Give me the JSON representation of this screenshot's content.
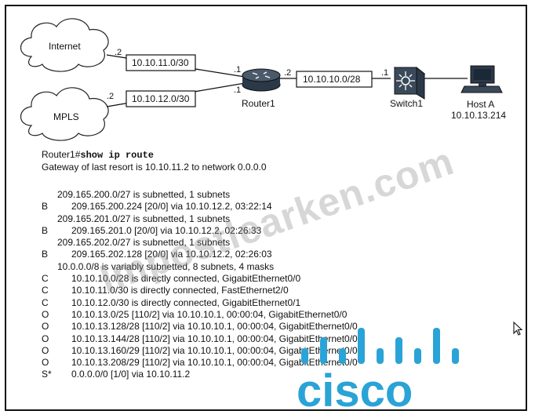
{
  "topology": {
    "clouds": [
      {
        "name": "Internet",
        "label": "Internet"
      },
      {
        "name": "MPLS",
        "label": "MPLS"
      }
    ],
    "links": [
      {
        "subnet": "10.10.11.0/30",
        "left_if": ".2",
        "right_if": ".1"
      },
      {
        "subnet": "10.10.12.0/30",
        "left_if": ".2",
        "right_if": ".1"
      },
      {
        "subnet": "10.10.10.0/28",
        "left_if": ".2",
        "right_if": ".1"
      }
    ],
    "router": {
      "label": "Router1"
    },
    "switch": {
      "label": "Switch1"
    },
    "host": {
      "label": "Host A",
      "ip": "10.10.13.214"
    }
  },
  "output": {
    "prompt": "Router1#",
    "command": "show ip route",
    "gateway_line": "Gateway of last resort is 10.10.11.2 to network 0.0.0.0",
    "routes": [
      {
        "code": "",
        "text": "209.165.200.0/27 is subnetted, 1 subnets",
        "indent": "sub"
      },
      {
        "code": "B",
        "text": "209.165.200.224 [20/0] via 10.10.12.2, 03:22:14",
        "indent": "route"
      },
      {
        "code": "",
        "text": "209.165.201.0/27 is subnetted, 1 subnets",
        "indent": "sub"
      },
      {
        "code": "B",
        "text": "209.165.201.0 [20/0] via 10.10.12.2, 02:26:33",
        "indent": "route"
      },
      {
        "code": "",
        "text": "209.165.202.0/27 is subnetted, 1 subnets",
        "indent": "sub"
      },
      {
        "code": "B",
        "text": "209.165.202.128 [20/0] via 10.10.12.2, 02:26:03",
        "indent": "route"
      },
      {
        "code": "",
        "text": "10.0.0.0/8 is variably subnetted, 8 subnets, 4 masks",
        "indent": "sub"
      },
      {
        "code": "C",
        "text": "10.10.10.0/28 is directly connected, GigabitEthernet0/0",
        "indent": "route"
      },
      {
        "code": "C",
        "text": "10.10.11.0/30 is directly connected, FastEthernet2/0",
        "indent": "route"
      },
      {
        "code": "C",
        "text": "10.10.12.0/30 is directly connected, GigabitEthernet0/1",
        "indent": "route"
      },
      {
        "code": "O",
        "text": "10.10.13.0/25 [110/2] via 10.10.10.1, 00:00:04, GigabitEthernet0/0",
        "indent": "route"
      },
      {
        "code": "O",
        "text": "10.10.13.128/28 [110/2] via 10.10.10.1, 00:00:04, GigabitEthernet0/0",
        "indent": "route"
      },
      {
        "code": "O",
        "text": "10.10.13.144/28 [110/2] via 10.10.10.1, 00:00:04, GigabitEthernet0/0",
        "indent": "route"
      },
      {
        "code": "O",
        "text": "10.10.13.160/29 [110/2] via 10.10.10.1, 00:00:04, GigabitEthernet0/0",
        "indent": "route"
      },
      {
        "code": "O",
        "text": "10.10.13.208/29 [110/2] via 10.10.10.1, 00:00:04, GigabitEthernet0/0",
        "indent": "route"
      },
      {
        "code": "S*",
        "text": "0.0.0.0/0 [1/0] via 10.10.11.2",
        "indent": "static"
      }
    ]
  },
  "watermark": {
    "text": "Impostlearken.com"
  },
  "logo": {
    "text": "cisco",
    "color": "#2aa3d6"
  },
  "colors": {
    "router": "#1c2c3c",
    "accent_logo": "#2aa3d6"
  }
}
